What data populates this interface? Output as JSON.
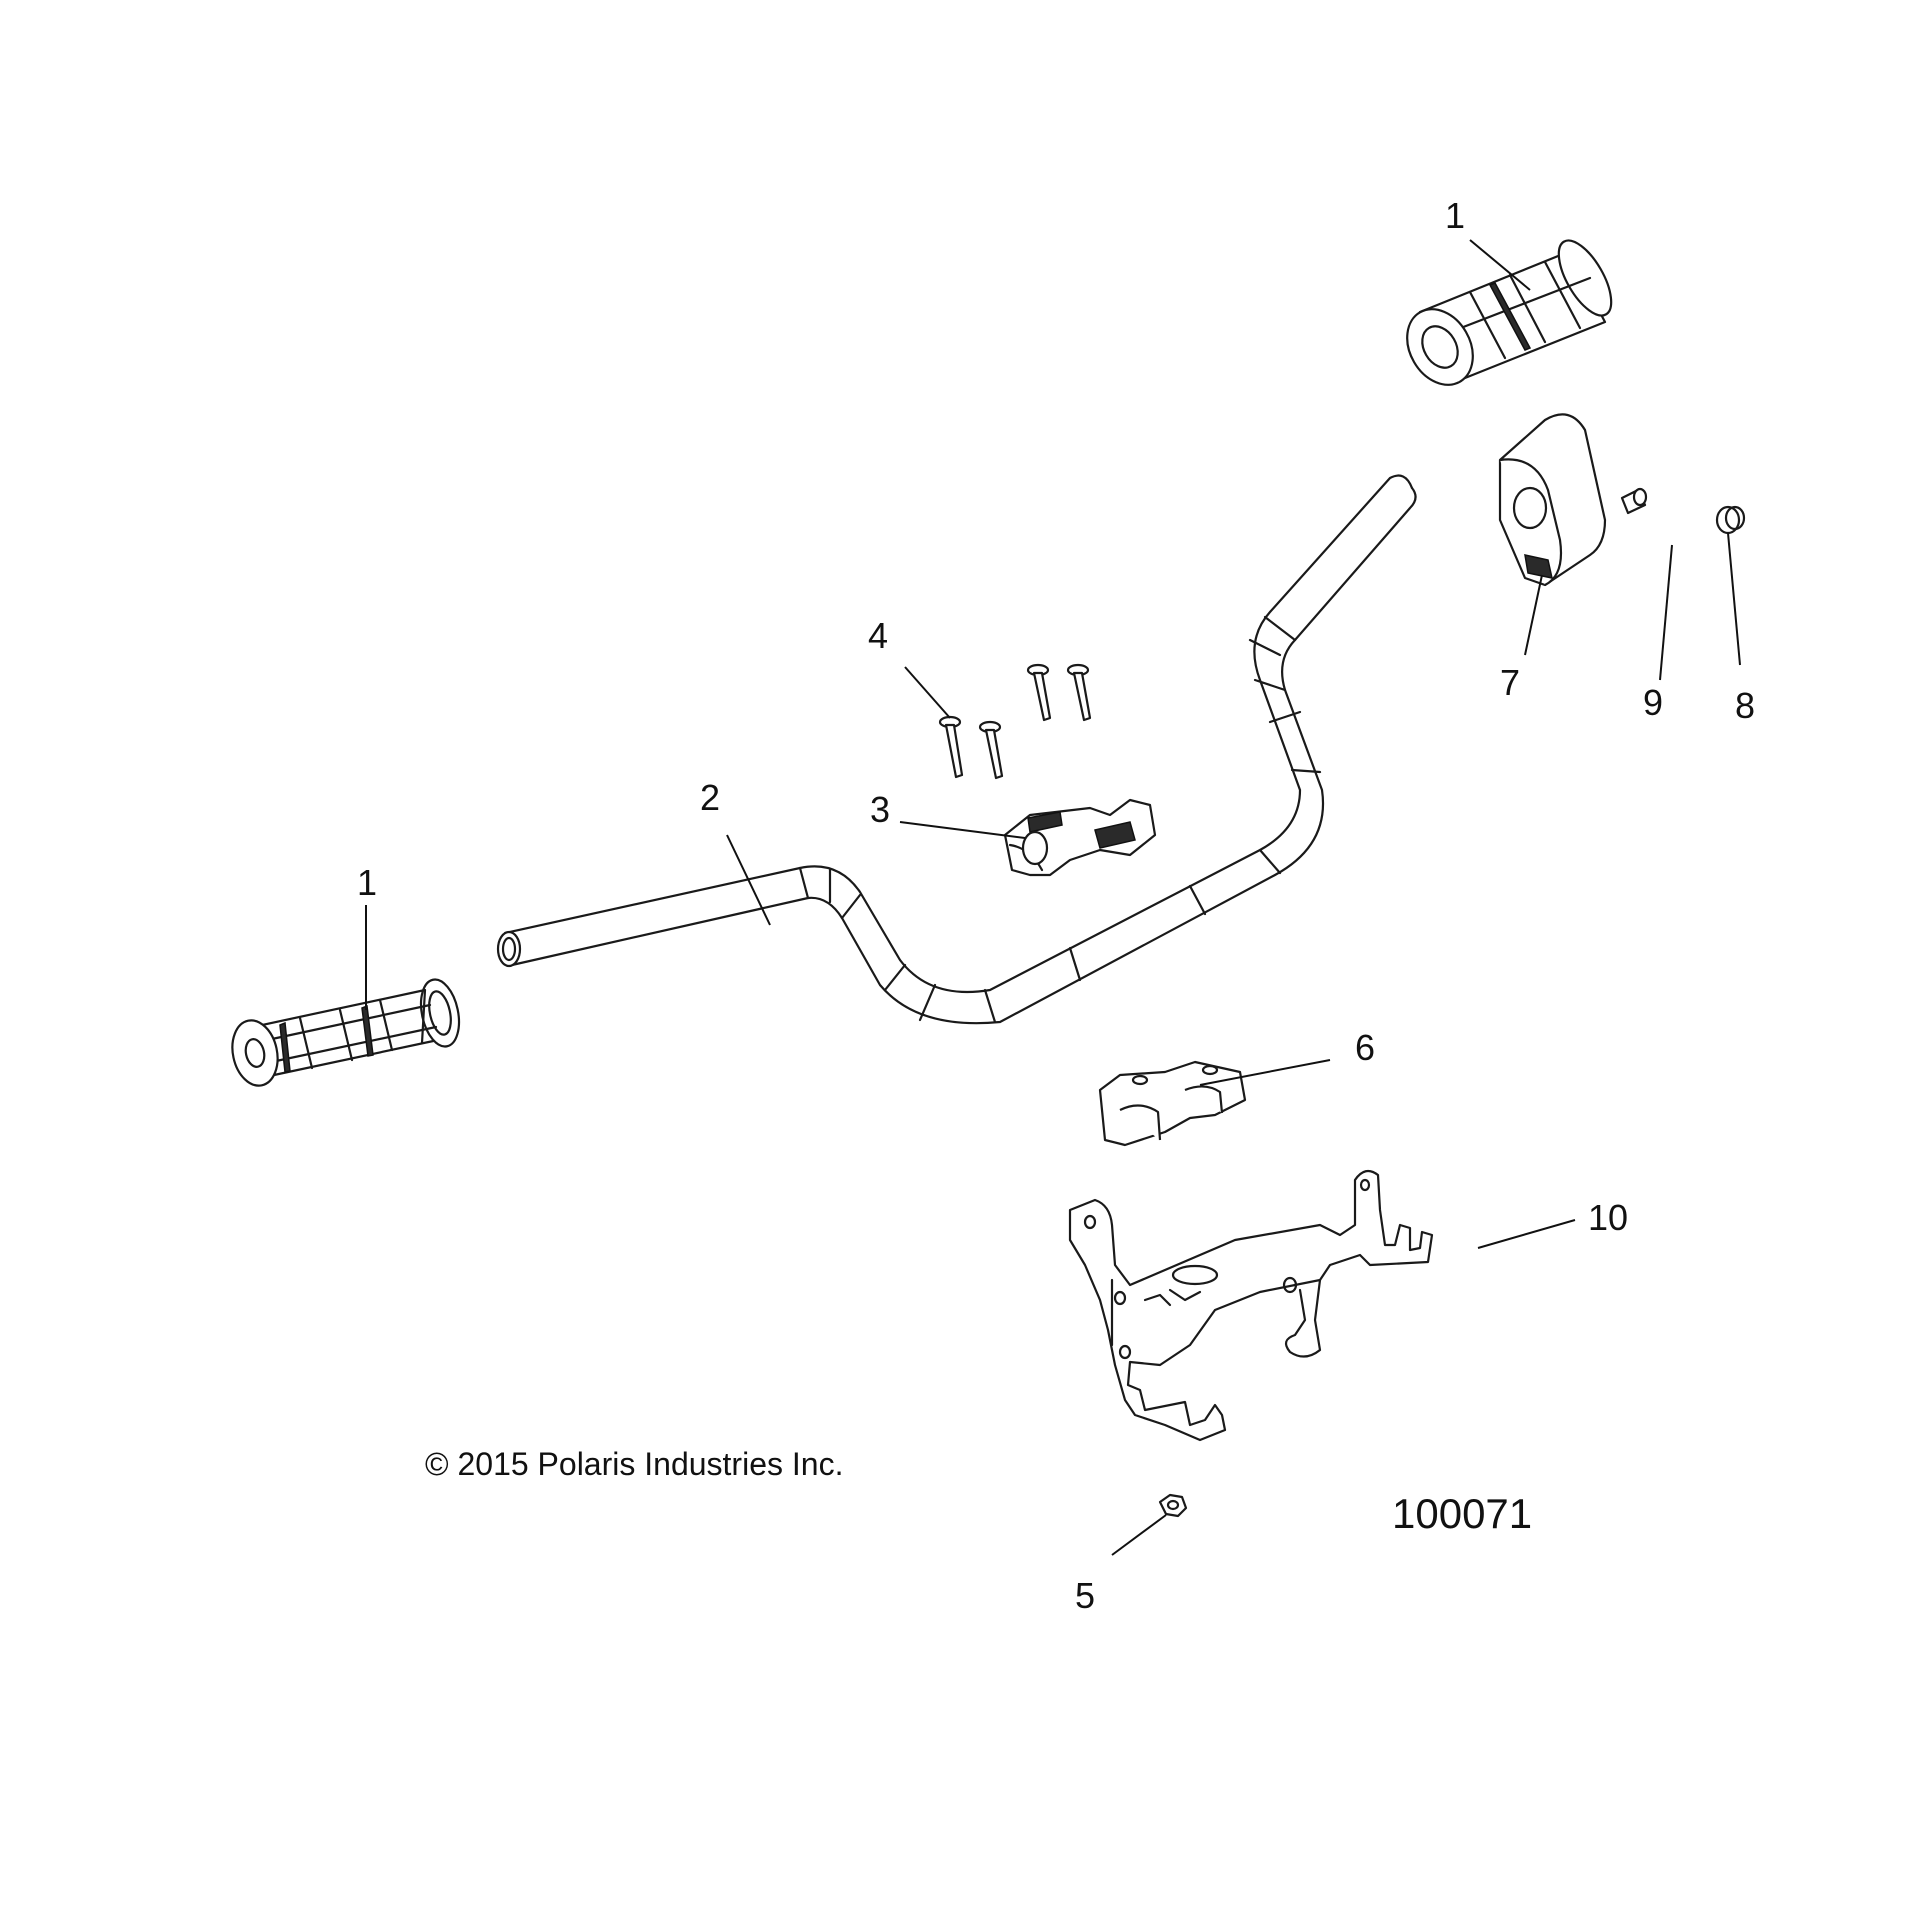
{
  "callouts": {
    "grip_right": "1",
    "grip_left": "1",
    "handlebar": "2",
    "upper_clamp": "3",
    "bolts": "4",
    "nut": "5",
    "lower_clamp": "6",
    "switch_housing": "7",
    "plug_large": "8",
    "plug_small": "9",
    "mount_bracket": "10"
  },
  "copyright": "© 2015 Polaris Industries Inc.",
  "figure_number": "100071"
}
